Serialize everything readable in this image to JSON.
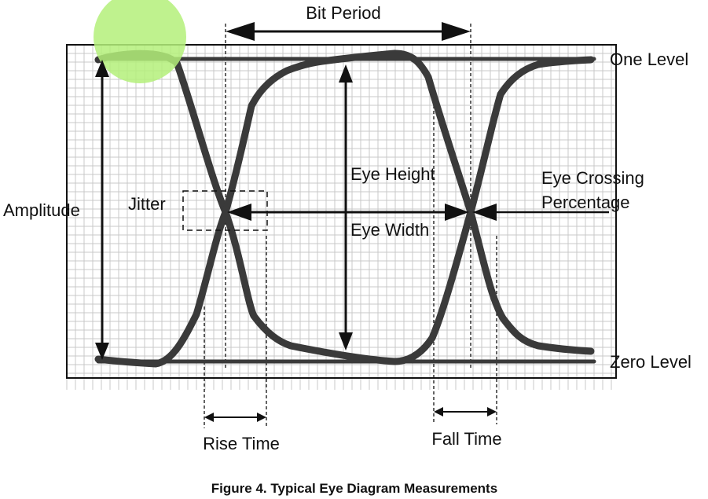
{
  "labels": {
    "bit_period": "Bit Period",
    "one_level": "One Level",
    "zero_level": "Zero Level",
    "amplitude": "Amplitude",
    "jitter": "Jitter",
    "eye_height": "Eye Height",
    "eye_width": "Eye Width",
    "eye_crossing_line1": "Eye Crossing",
    "eye_crossing_line2": "Percentage",
    "rise_time": "Rise Time",
    "fall_time": "Fall Time"
  },
  "caption": "Figure 4. Typical Eye Diagram Measurements",
  "colors": {
    "grid": "#c8c8c8",
    "trace": "#3a3a3a",
    "dark": "#111111",
    "highlight": "#b4f07a"
  }
}
